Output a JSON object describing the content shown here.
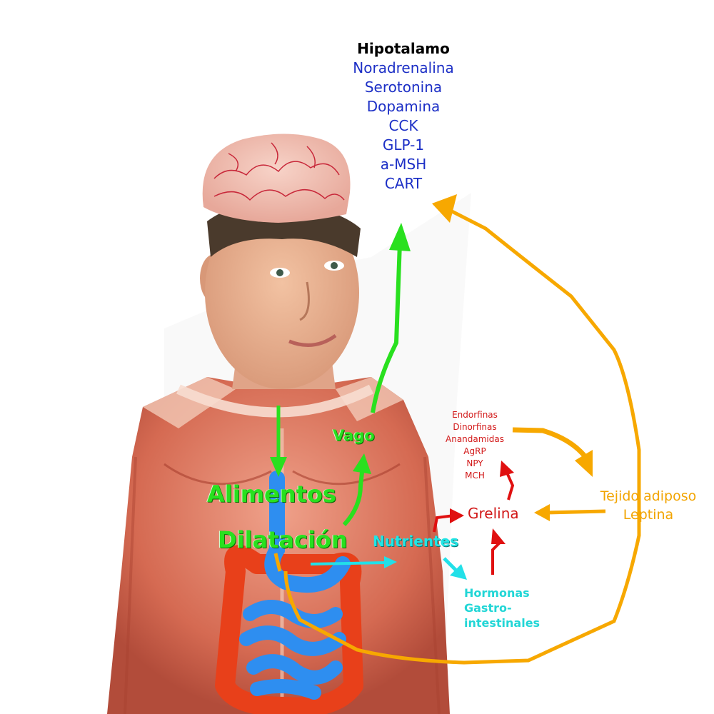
{
  "hypothalamus": {
    "title": "Hipotalamo",
    "items": [
      "Noradrenalina",
      "Serotonina",
      "Dopamina",
      "CCK",
      "GLP-1",
      "a-MSH",
      "CART"
    ]
  },
  "labels": {
    "vago": "Vago",
    "alimentos": "Alimentos",
    "dilatacion": "Dilatación",
    "nutrientes": "Nutrientes",
    "grelina": "Grelina"
  },
  "orexigenic": [
    "Endorfinas",
    "Dinorfinas",
    "Anandamidas",
    "AgRP",
    "NPY",
    "MCH"
  ],
  "adipose": [
    "Tejido adiposo",
    "Leptina"
  ],
  "gastro_hormones": [
    "Hormonas",
    "Gastro-",
    "intestinales"
  ],
  "colors": {
    "green": "#29e01f",
    "orange": "#f7a800",
    "red": "#e01010",
    "cyan": "#22e0e8",
    "blue": "#1c2fc6",
    "skin": "#e8907a",
    "muscle": "#d9694f",
    "colon": "#e8401a",
    "intestine": "#2e8ef0"
  }
}
